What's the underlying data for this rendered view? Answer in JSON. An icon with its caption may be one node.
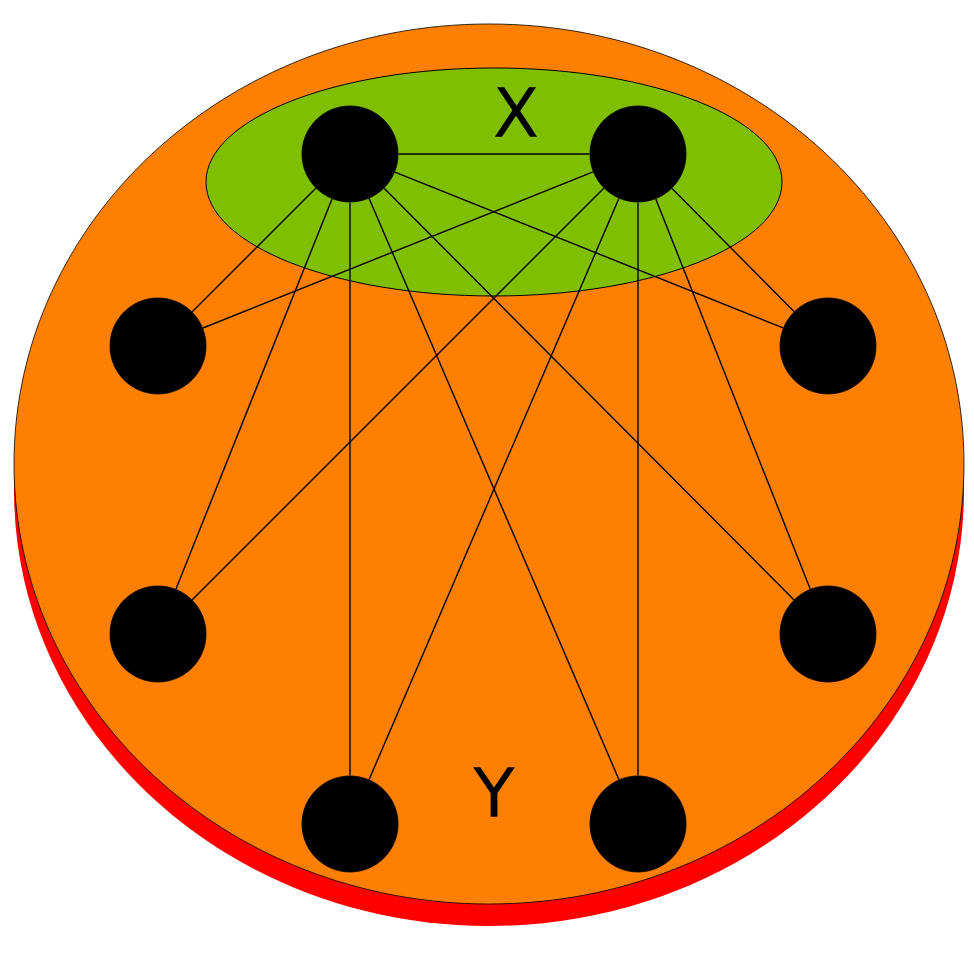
{
  "diagram": {
    "nodes": [
      {
        "text": [
          "Y"
        ]
      },
      {
        "text": [
          "X"
        ],
        "in": 0
      },
      {
        "text": [],
        "shape": "circle",
        "in": 1
      },
      {
        "text": [],
        "shape": "circle",
        "in": 1
      },
      {
        "text": [],
        "shape": "circle",
        "in": 0
      },
      {
        "text": [],
        "shape": "circle",
        "in": 0
      },
      {
        "text": [],
        "shape": "circle",
        "in": 0
      },
      {
        "text": [],
        "shape": "circle",
        "in": 0
      },
      {
        "text": [],
        "shape": "circle",
        "in": 0
      },
      {
        "text": [],
        "shape": "circle",
        "in": 0
      }
    ],
    "edges": [
      {
        "from": 2,
        "to": 3,
        "arrow": "none"
      },
      {
        "from": 2,
        "to": 4,
        "arrow": "none"
      },
      {
        "from": 2,
        "to": 5,
        "arrow": "none"
      },
      {
        "from": 2,
        "to": 6,
        "arrow": "none"
      },
      {
        "from": 2,
        "to": 7,
        "arrow": "none"
      },
      {
        "from": 2,
        "to": 8,
        "arrow": "none"
      },
      {
        "from": 2,
        "to": 9,
        "arrow": "none"
      },
      {
        "from": 3,
        "to": 4,
        "arrow": "none"
      },
      {
        "from": 3,
        "to": 5,
        "arrow": "none"
      },
      {
        "from": 3,
        "to": 6,
        "arrow": "none"
      },
      {
        "from": 3,
        "to": 7,
        "arrow": "none"
      },
      {
        "from": 3,
        "to": 8,
        "arrow": "none"
      },
      {
        "from": 3,
        "to": 9,
        "arrow": "none"
      }
    ]
  }
}
